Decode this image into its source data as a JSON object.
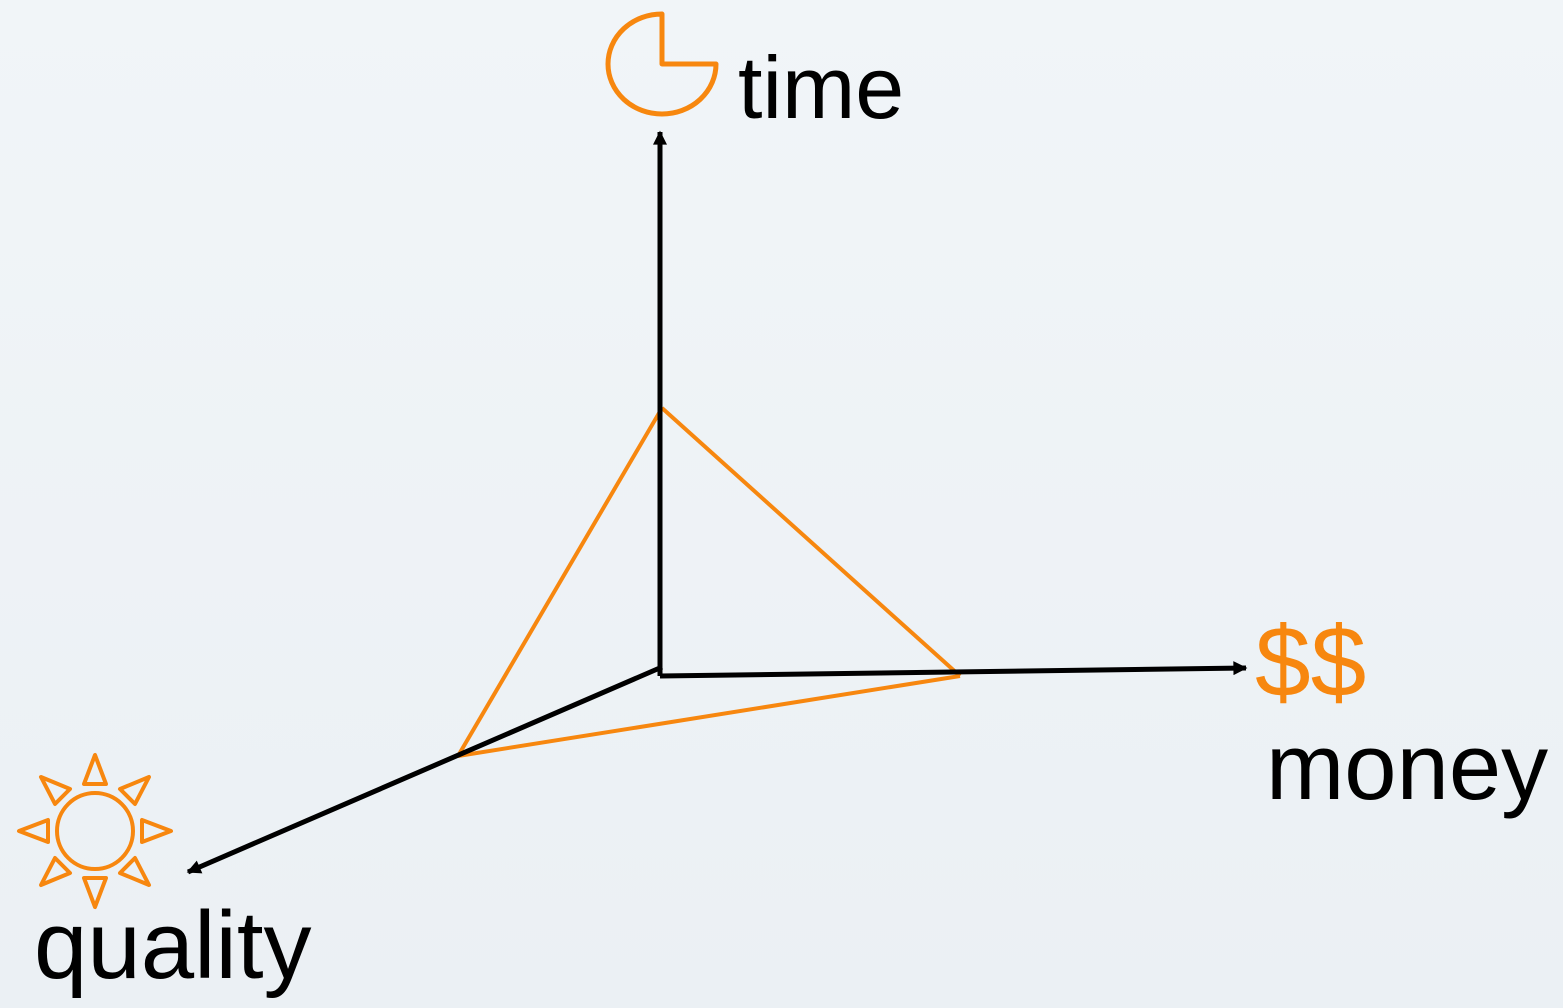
{
  "labels": {
    "time": "time",
    "money_symbol": "$$",
    "money": "money",
    "quality": "quality"
  },
  "colors": {
    "accent": "#f7870f",
    "axis": "#000000",
    "background": "#eef2f6"
  },
  "icons": {
    "time": "clock-icon",
    "quality": "sun-icon"
  }
}
